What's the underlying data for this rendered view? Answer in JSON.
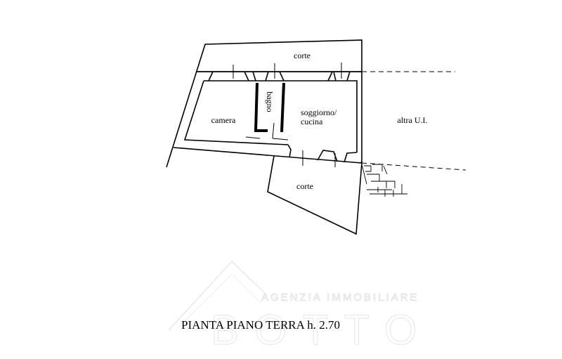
{
  "plan": {
    "title": "PIANTA PIANO TERRA h. 2.70",
    "rooms": {
      "corte_top": "corte",
      "camera": "camera",
      "bagno": "bagno",
      "soggiorno_line1": "soggiorno/",
      "soggiorno_line2": "cucina",
      "altra": "altra U.I.",
      "corte_bottom": "corte"
    }
  },
  "watermark": {
    "tagline": "AGENZIA IMMOBILIARE",
    "brand": "BOTTO"
  }
}
